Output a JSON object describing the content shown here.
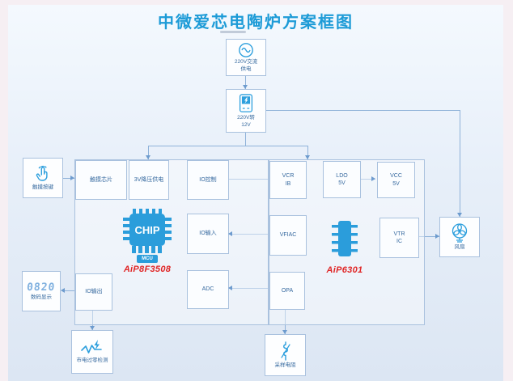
{
  "title": "中微爱芯电陶炉方案框图",
  "colors": {
    "accent_blue": "#1d9bd7",
    "icon_blue": "#2d9fdd",
    "part_red": "#e02626",
    "line_blue": "#8fb2d9",
    "border_blue": "#a9c1de"
  },
  "blocks": {
    "ac_source": {
      "line1": "220V交流",
      "line2": "供电"
    },
    "ac_adapter": {
      "line1": "220V转",
      "line2": "12V"
    },
    "touch_key": {
      "label": "触摸按键"
    },
    "display": {
      "value": "0820",
      "label": "数码显示"
    },
    "zero_cross": {
      "label": "市电过零检测"
    },
    "current_res": {
      "label": "采样电阻"
    },
    "fan": {
      "label": "风扇"
    }
  },
  "mcu_block": {
    "chip_label": "CHIP",
    "badge": "MCU",
    "part": "AiP8F3508",
    "cells": {
      "touch_chip": "触摸芯片",
      "power": "3V降压供电",
      "io_ctrl": "IO控制",
      "io_in": "IO输入",
      "adc": "ADC",
      "io_out": "IO输出"
    }
  },
  "driver_block": {
    "part": "AiP6301",
    "cells": {
      "vcr_l1": "VCR",
      "vcr_l2": "IB",
      "ldo_l1": "LDO",
      "ldo_l2": "5V",
      "vcc_l1": "VCC",
      "vcc_l2": "5V",
      "vfiac": "VFIAC",
      "vtr_l1": "VTR",
      "vtr_l2": "IC",
      "opa": "OPA"
    }
  }
}
